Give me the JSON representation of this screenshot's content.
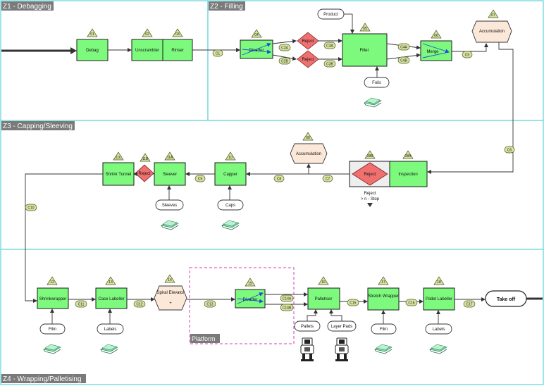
{
  "zones": [
    {
      "id": "z1",
      "title": "Z1 - Debagging"
    },
    {
      "id": "z2",
      "title": "Z2 - Filling"
    },
    {
      "id": "z3",
      "title": "Z3 - Capping/Sleeving"
    },
    {
      "id": "z4",
      "title": "Z4 - Wrapping/Palletising"
    }
  ],
  "machines": {
    "debag": {
      "label": "Debag",
      "tag": "01"
    },
    "unscrambler": {
      "label": "Unscrambler",
      "tag": "02"
    },
    "rinser": {
      "label": "Rinser",
      "tag": "03"
    },
    "diverter1": {
      "label": "Diverter",
      "tag": "04"
    },
    "filler": {
      "label": "Filler",
      "tag": "05"
    },
    "merge": {
      "label": "Merge",
      "tag": "06"
    },
    "inspection": {
      "label": "Inspection",
      "tag": "08A"
    },
    "capper": {
      "label": "Capper",
      "tag": "10"
    },
    "sleever": {
      "label": "Sleever",
      "tag": "11A"
    },
    "shrinktunnel": {
      "label": "Shrink Tunnel",
      "tag": "11C"
    },
    "shrinkwrapper": {
      "label": "Shrinkwrapper",
      "tag": "12"
    },
    "caselabeller": {
      "label": "Case Labeller",
      "tag": "13"
    },
    "diverter2": {
      "label": "Diverter",
      "tag": "15"
    },
    "palletiser": {
      "label": "Palletiser",
      "tag": "16"
    },
    "stretchwrapper": {
      "label": "Stretch Wrapper",
      "tag": "17"
    },
    "palletlabeller": {
      "label": "Pallet Labeller",
      "tag": "18"
    }
  },
  "rejects": {
    "r2a": {
      "label": "Reject"
    },
    "r2b": {
      "label": "Reject"
    },
    "r8b": {
      "label": "Reject",
      "tag": "08B"
    },
    "r11b": {
      "label": "Reject",
      "tag": "11B"
    }
  },
  "accumulations": {
    "acc07": {
      "label": "Accumulation",
      "tag": "07"
    },
    "acc09": {
      "label": "Accumulation",
      "tag": "09"
    }
  },
  "spiral": {
    "label": "Spiral Elevator",
    "tag": "14",
    "symbol": "+"
  },
  "inputs": {
    "product": "Product",
    "foils": "Foils",
    "sleeves": "Sleeves",
    "caps": "Caps",
    "film1": "Film",
    "labels1": "Labels",
    "pallets": "Pallets",
    "layerpads": "Layer Pads",
    "film2": "Film",
    "labels2": "Labels"
  },
  "conveyors": {
    "c1": "C1",
    "c2a": "C2A",
    "c2b": "C2B",
    "c3a": "C3A",
    "c3b": "C3B",
    "c4a": "C4A",
    "c4b": "C4B",
    "c5": "C5",
    "c6": "C6",
    "c7": "C7",
    "c8": "C8",
    "c9": "C9",
    "c10": "C10",
    "c11": "C11",
    "c12": "C12",
    "c13": "C13",
    "c14a": "C14A",
    "c14b": "C14B",
    "c15": "C15",
    "c16": "C16",
    "c17": "C17"
  },
  "reject_note": {
    "line1": "Reject",
    "line2": "> n - Stop"
  },
  "platform": "Platform",
  "takeoff": "Take off"
}
